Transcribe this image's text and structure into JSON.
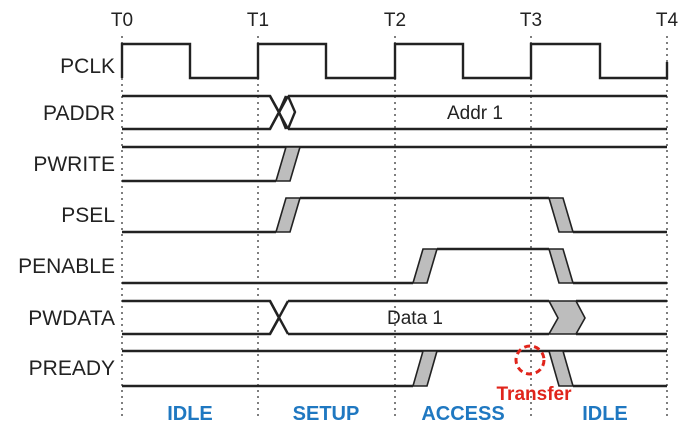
{
  "time_markers": [
    "T0",
    "T1",
    "T2",
    "T3",
    "T4"
  ],
  "signals": [
    "PCLK",
    "PADDR",
    "PWRITE",
    "PSEL",
    "PENABLE",
    "PWDATA",
    "PREADY"
  ],
  "bus_values": {
    "address": "Addr 1",
    "data": "Data 1"
  },
  "phases": [
    "IDLE",
    "SETUP",
    "ACCESS",
    "IDLE"
  ],
  "annotation": "Transfer",
  "colors": {
    "phase_text": "#1f78c1",
    "annotation": "#e0241b",
    "transition_fill": "#bdbdbd",
    "line": "#222222"
  }
}
